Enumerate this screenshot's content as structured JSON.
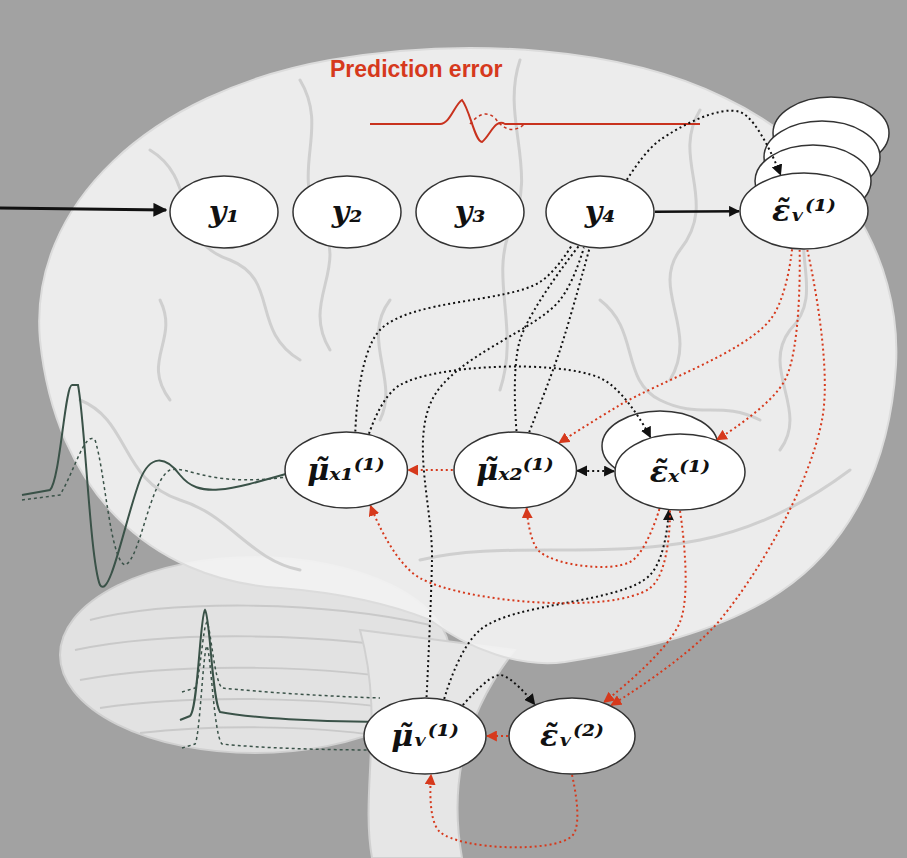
{
  "diagram": {
    "nodes": [
      {
        "text": [
          "y₁"
        ]
      },
      {
        "text": [
          "y₂"
        ]
      },
      {
        "text": [
          "y₃"
        ]
      },
      {
        "text": [
          "y₄"
        ]
      },
      {
        "text": [
          "ε̃ᵥ⁽¹⁾"
        ]
      },
      {
        "text": [
          "μ̃ₓ₁⁽¹⁾"
        ]
      },
      {
        "text": [
          "μ̃ₓ₂⁽¹⁾"
        ]
      },
      {
        "text": [
          "ε̃ₓ⁽¹⁾"
        ]
      },
      {
        "text": [
          "μ̃ᵥ⁽¹⁾"
        ]
      },
      {
        "text": [
          "ε̃ᵥ⁽²⁾"
        ]
      }
    ],
    "edges": [
      {
        "from": 3,
        "to": 4,
        "arrow": "to"
      },
      {
        "from": 3,
        "to": 4,
        "arrow": "to"
      },
      {
        "from": 5,
        "to": 3,
        "arrow": "none"
      },
      {
        "from": 6,
        "to": 3,
        "arrow": "none"
      },
      {
        "from": 6,
        "to": 3,
        "arrow": "none"
      },
      {
        "from": 8,
        "to": 3,
        "arrow": "none"
      },
      {
        "from": 5,
        "to": 7,
        "arrow": "to"
      },
      {
        "from": 6,
        "to": 7,
        "arrow": "both"
      },
      {
        "from": 8,
        "to": 7,
        "arrow": "to"
      },
      {
        "from": 8,
        "to": 9,
        "arrow": "to"
      },
      {
        "from": 4,
        "to": 6,
        "arrow": "to"
      },
      {
        "from": 4,
        "to": 7,
        "arrow": "to"
      },
      {
        "from": 4,
        "to": 9,
        "arrow": "to"
      },
      {
        "from": 6,
        "to": 5,
        "arrow": "to"
      },
      {
        "from": 7,
        "to": 5,
        "arrow": "to"
      },
      {
        "from": 7,
        "to": 6,
        "arrow": "to"
      },
      {
        "from": 7,
        "to": 9,
        "arrow": "to"
      },
      {
        "from": 9,
        "to": 8,
        "arrow": "to"
      },
      {
        "from": 9,
        "to": 8,
        "arrow": "to"
      }
    ],
    "labels": [
      "Prediction error"
    ]
  }
}
